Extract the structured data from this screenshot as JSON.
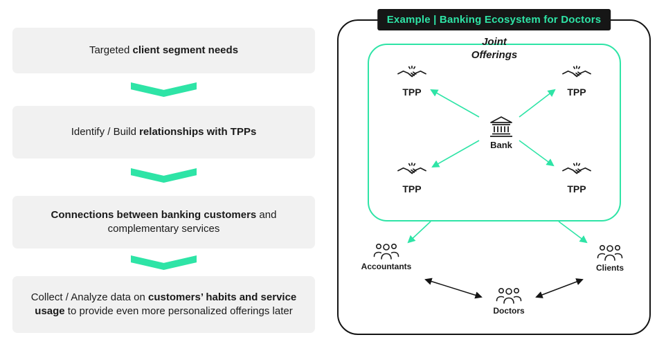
{
  "colors": {
    "accent": "#2EE4A6",
    "step_bg": "#F1F1F1",
    "badge_bg": "#161616",
    "ink": "#1A1A1A"
  },
  "process": {
    "steps": [
      {
        "pre": "Targeted ",
        "bold": "client segment needs",
        "post": ""
      },
      {
        "pre": "Identify / Build ",
        "bold": "relationships with TPPs",
        "post": ""
      },
      {
        "pre": "",
        "bold": "Connections between banking customers",
        "post": " and complementary services"
      },
      {
        "pre": "Collect / Analyze data on ",
        "bold": "customers’ habits and service usage",
        "post": " to provide even more personalized offerings later"
      }
    ]
  },
  "diagram": {
    "title": "Example | Banking Ecosystem for Doctors",
    "joint_line1": "Joint",
    "joint_line2": "Offerings",
    "bank_label": "Bank",
    "tpp_labels": [
      "TPP",
      "TPP",
      "TPP",
      "TPP"
    ],
    "accountants_label": "Accountants",
    "clients_label": "Clients",
    "doctors_label": "Doctors"
  }
}
